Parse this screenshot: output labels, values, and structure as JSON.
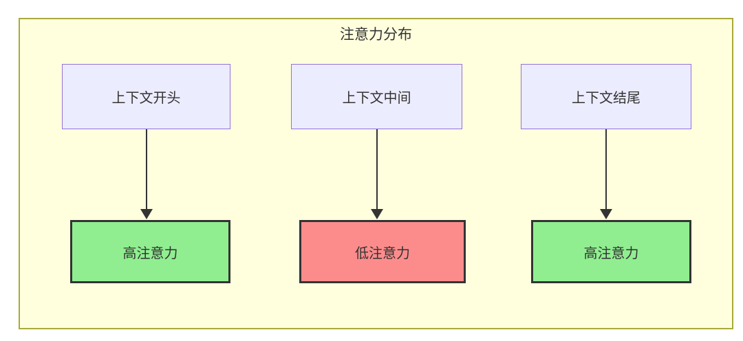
{
  "diagram": {
    "title": "注意力分布",
    "container": {
      "fill": "#FFFFDE",
      "border_color": "#A9A93A"
    },
    "arrow_color": "#333333",
    "flows": [
      {
        "top": {
          "label": "上下文开头",
          "fill": "#ECECFF",
          "border_color": "#9370DB"
        },
        "bottom": {
          "label": "高注意力",
          "type": "high-attention",
          "fill": "#90EE90",
          "border_color": "#333333"
        }
      },
      {
        "top": {
          "label": "上下文中间",
          "fill": "#ECECFF",
          "border_color": "#9370DB"
        },
        "bottom": {
          "label": "低注意力",
          "type": "low-attention",
          "fill": "#FC8C8C",
          "border_color": "#333333"
        }
      },
      {
        "top": {
          "label": "上下文结尾",
          "fill": "#ECECFF",
          "border_color": "#9370DB"
        },
        "bottom": {
          "label": "高注意力",
          "type": "high-attention",
          "fill": "#90EE90",
          "border_color": "#333333"
        }
      }
    ]
  }
}
